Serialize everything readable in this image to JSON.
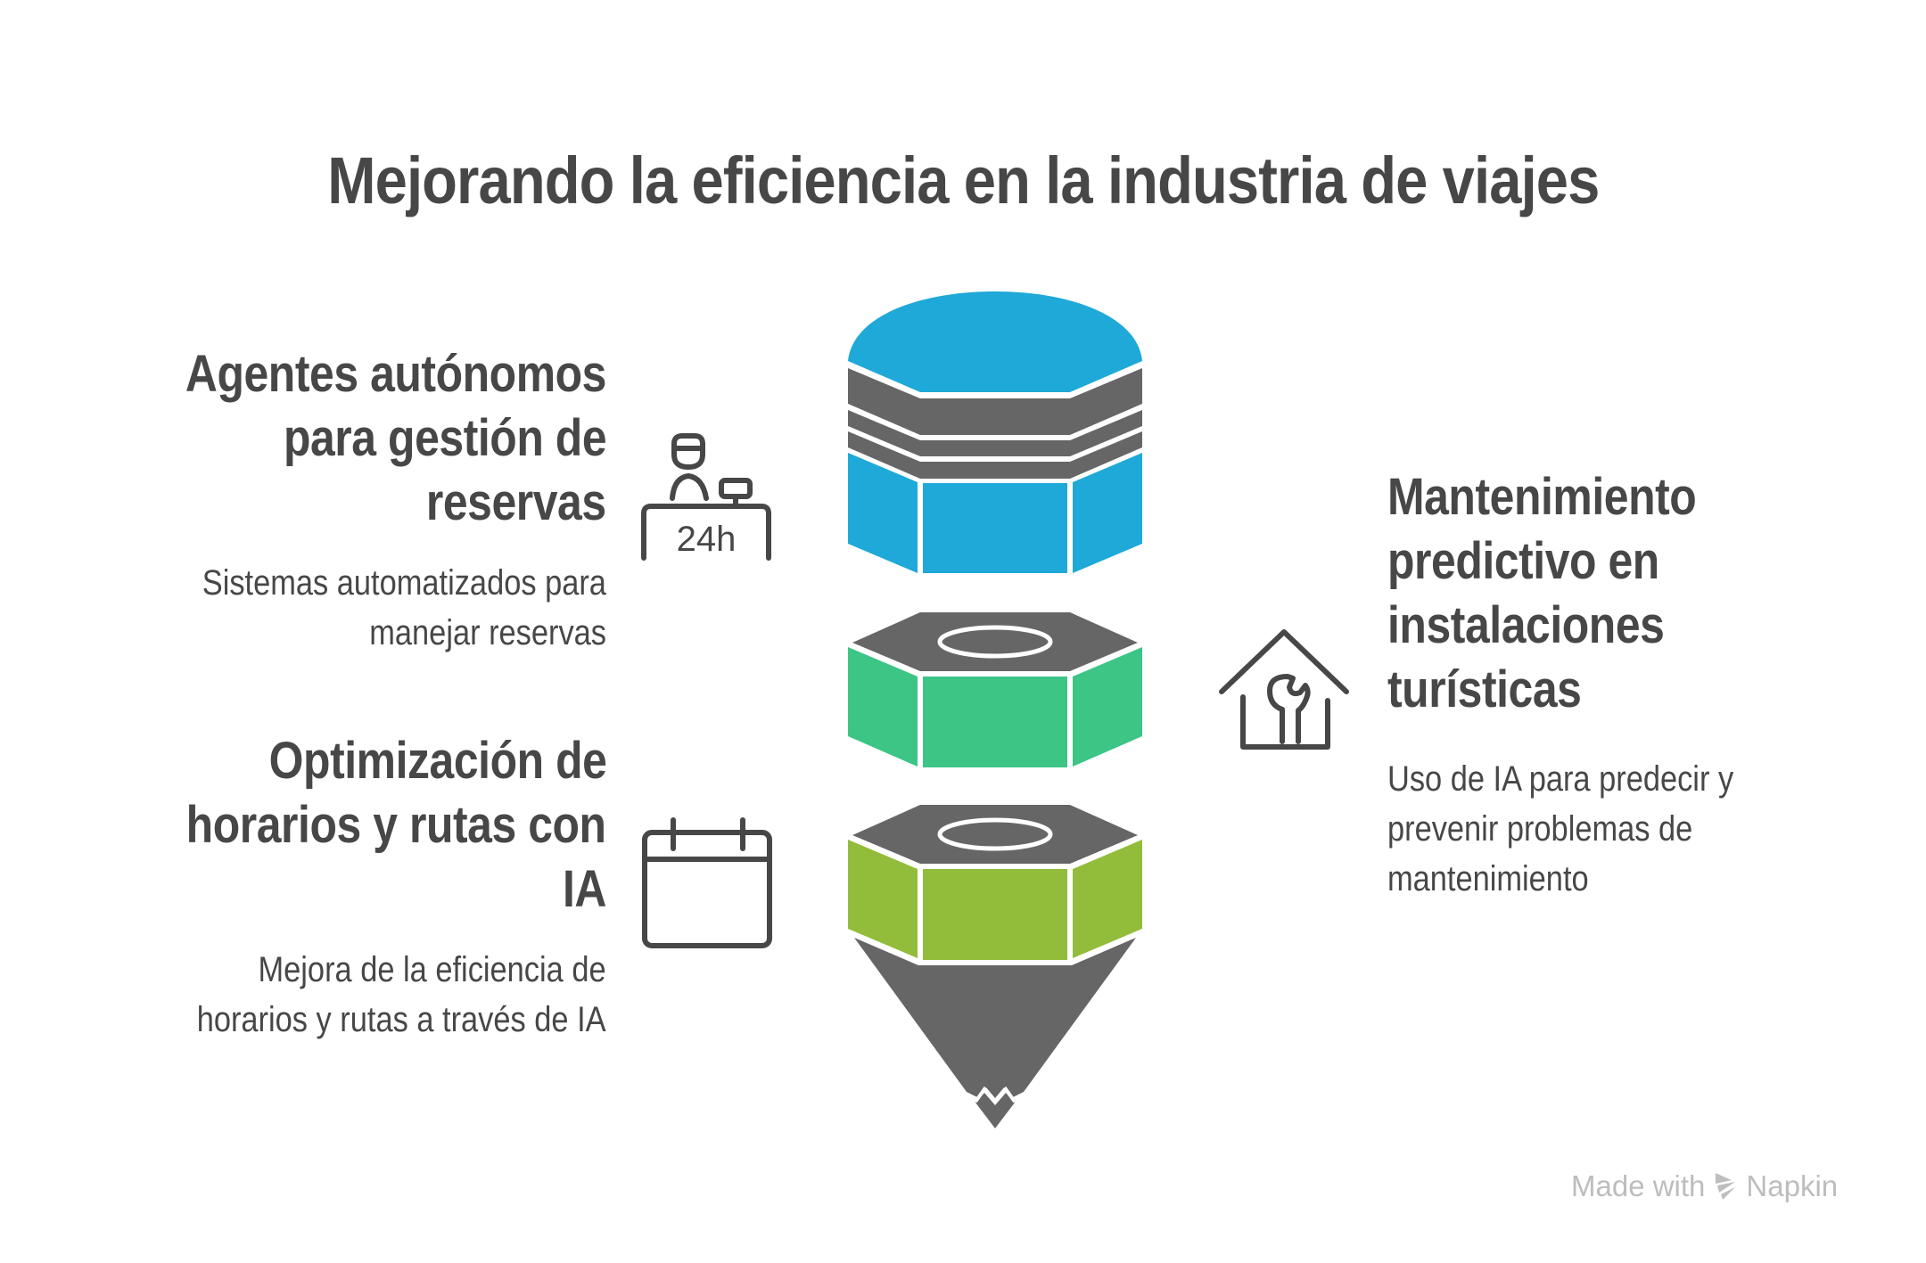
{
  "title": "Mejorando la eficiencia en la industria de viajes",
  "items": [
    {
      "position": "left-top",
      "heading_lines": [
        "Agentes autónomos",
        "para gestión de",
        "reservas"
      ],
      "description_lines": [
        "Sistemas automatizados para",
        "manejar reservas"
      ],
      "icon": "reception-desk-24h-icon",
      "icon_text": "24h",
      "segment_color": "#1EA9D8"
    },
    {
      "position": "right",
      "heading_lines": [
        "Mantenimiento",
        "predictivo en",
        "instalaciones",
        "turísticas"
      ],
      "description_lines": [
        "Uso de IA para predecir y",
        "prevenir problemas de",
        "mantenimiento"
      ],
      "icon": "house-wrench-icon",
      "segment_color": "#3CC585"
    },
    {
      "position": "left-bottom",
      "heading_lines": [
        "Optimización de",
        "horarios y rutas con",
        "IA"
      ],
      "description_lines": [
        "Mejora de la eficiencia de",
        "horarios y rutas a través de IA"
      ],
      "icon": "calendar-icon",
      "segment_color": "#92BD3A"
    }
  ],
  "colors": {
    "text": "#474747",
    "pencil_gray": "#666666",
    "blue": "#1EA9D8",
    "green": "#3CC585",
    "lime": "#92BD3A",
    "watermark": "#BDBDBD"
  },
  "watermark": {
    "prefix": "Made with",
    "brand": "Napkin",
    "icon": "napkin-logo-icon"
  }
}
